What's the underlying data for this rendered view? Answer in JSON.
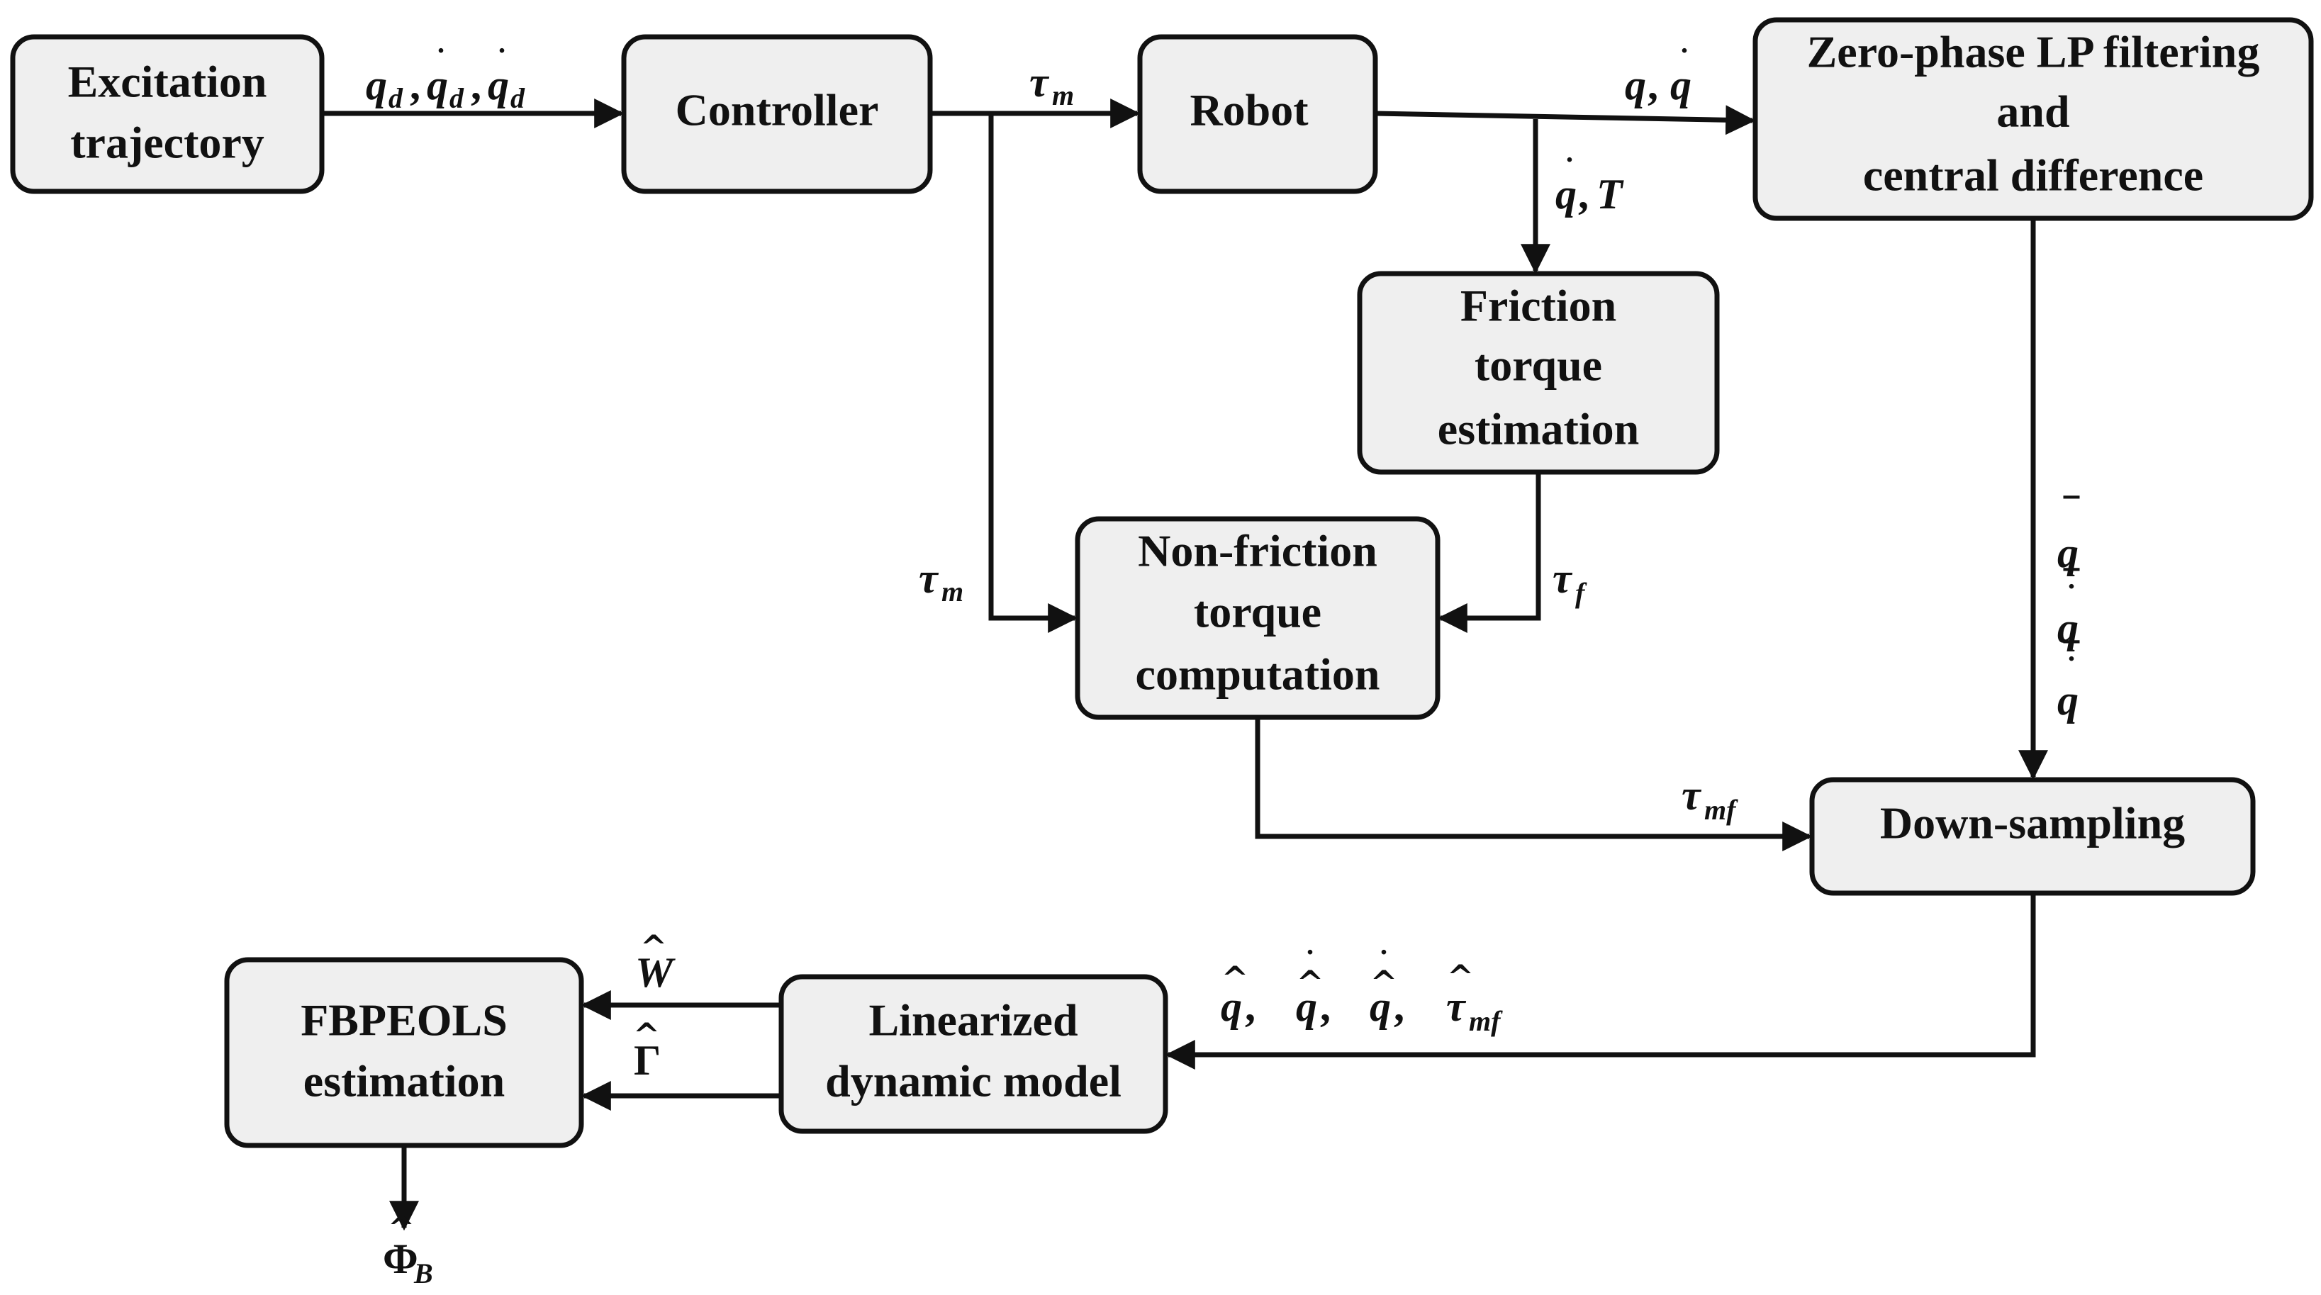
{
  "colors": {
    "box_fill": "#efefef",
    "stroke": "#111111",
    "background": "#ffffff"
  },
  "blocks": {
    "excitation": {
      "lines": [
        "Excitation",
        "trajectory"
      ]
    },
    "controller": {
      "lines": [
        "Controller"
      ]
    },
    "robot": {
      "lines": [
        "Robot"
      ]
    },
    "zero_phase": {
      "lines": [
        "Zero-phase LP filtering",
        "and",
        "central difference"
      ]
    },
    "friction": {
      "lines": [
        "Friction",
        "torque",
        "estimation"
      ]
    },
    "nonfriction": {
      "lines": [
        "Non-friction",
        "torque",
        "computation"
      ]
    },
    "downsampling": {
      "lines": [
        "Down-sampling"
      ]
    },
    "linearized": {
      "lines": [
        "Linearized",
        "dynamic model"
      ]
    },
    "fbpeols": {
      "lines": [
        "FBPEOLS",
        "estimation"
      ]
    }
  },
  "signals": {
    "qd_main": "q",
    "qd_sub": "d",
    "qd_sep": ",",
    "tau": "τ",
    "m_sub": "m",
    "f_sub": "f",
    "mf_sub": "mf",
    "q": "q",
    "T": "T",
    "comma": ",",
    "W": "W",
    "Gamma": "Γ",
    "Phi": "Φ",
    "B_sub": "B",
    "dot": "˙",
    "bar": "‾",
    "hat": "^"
  }
}
